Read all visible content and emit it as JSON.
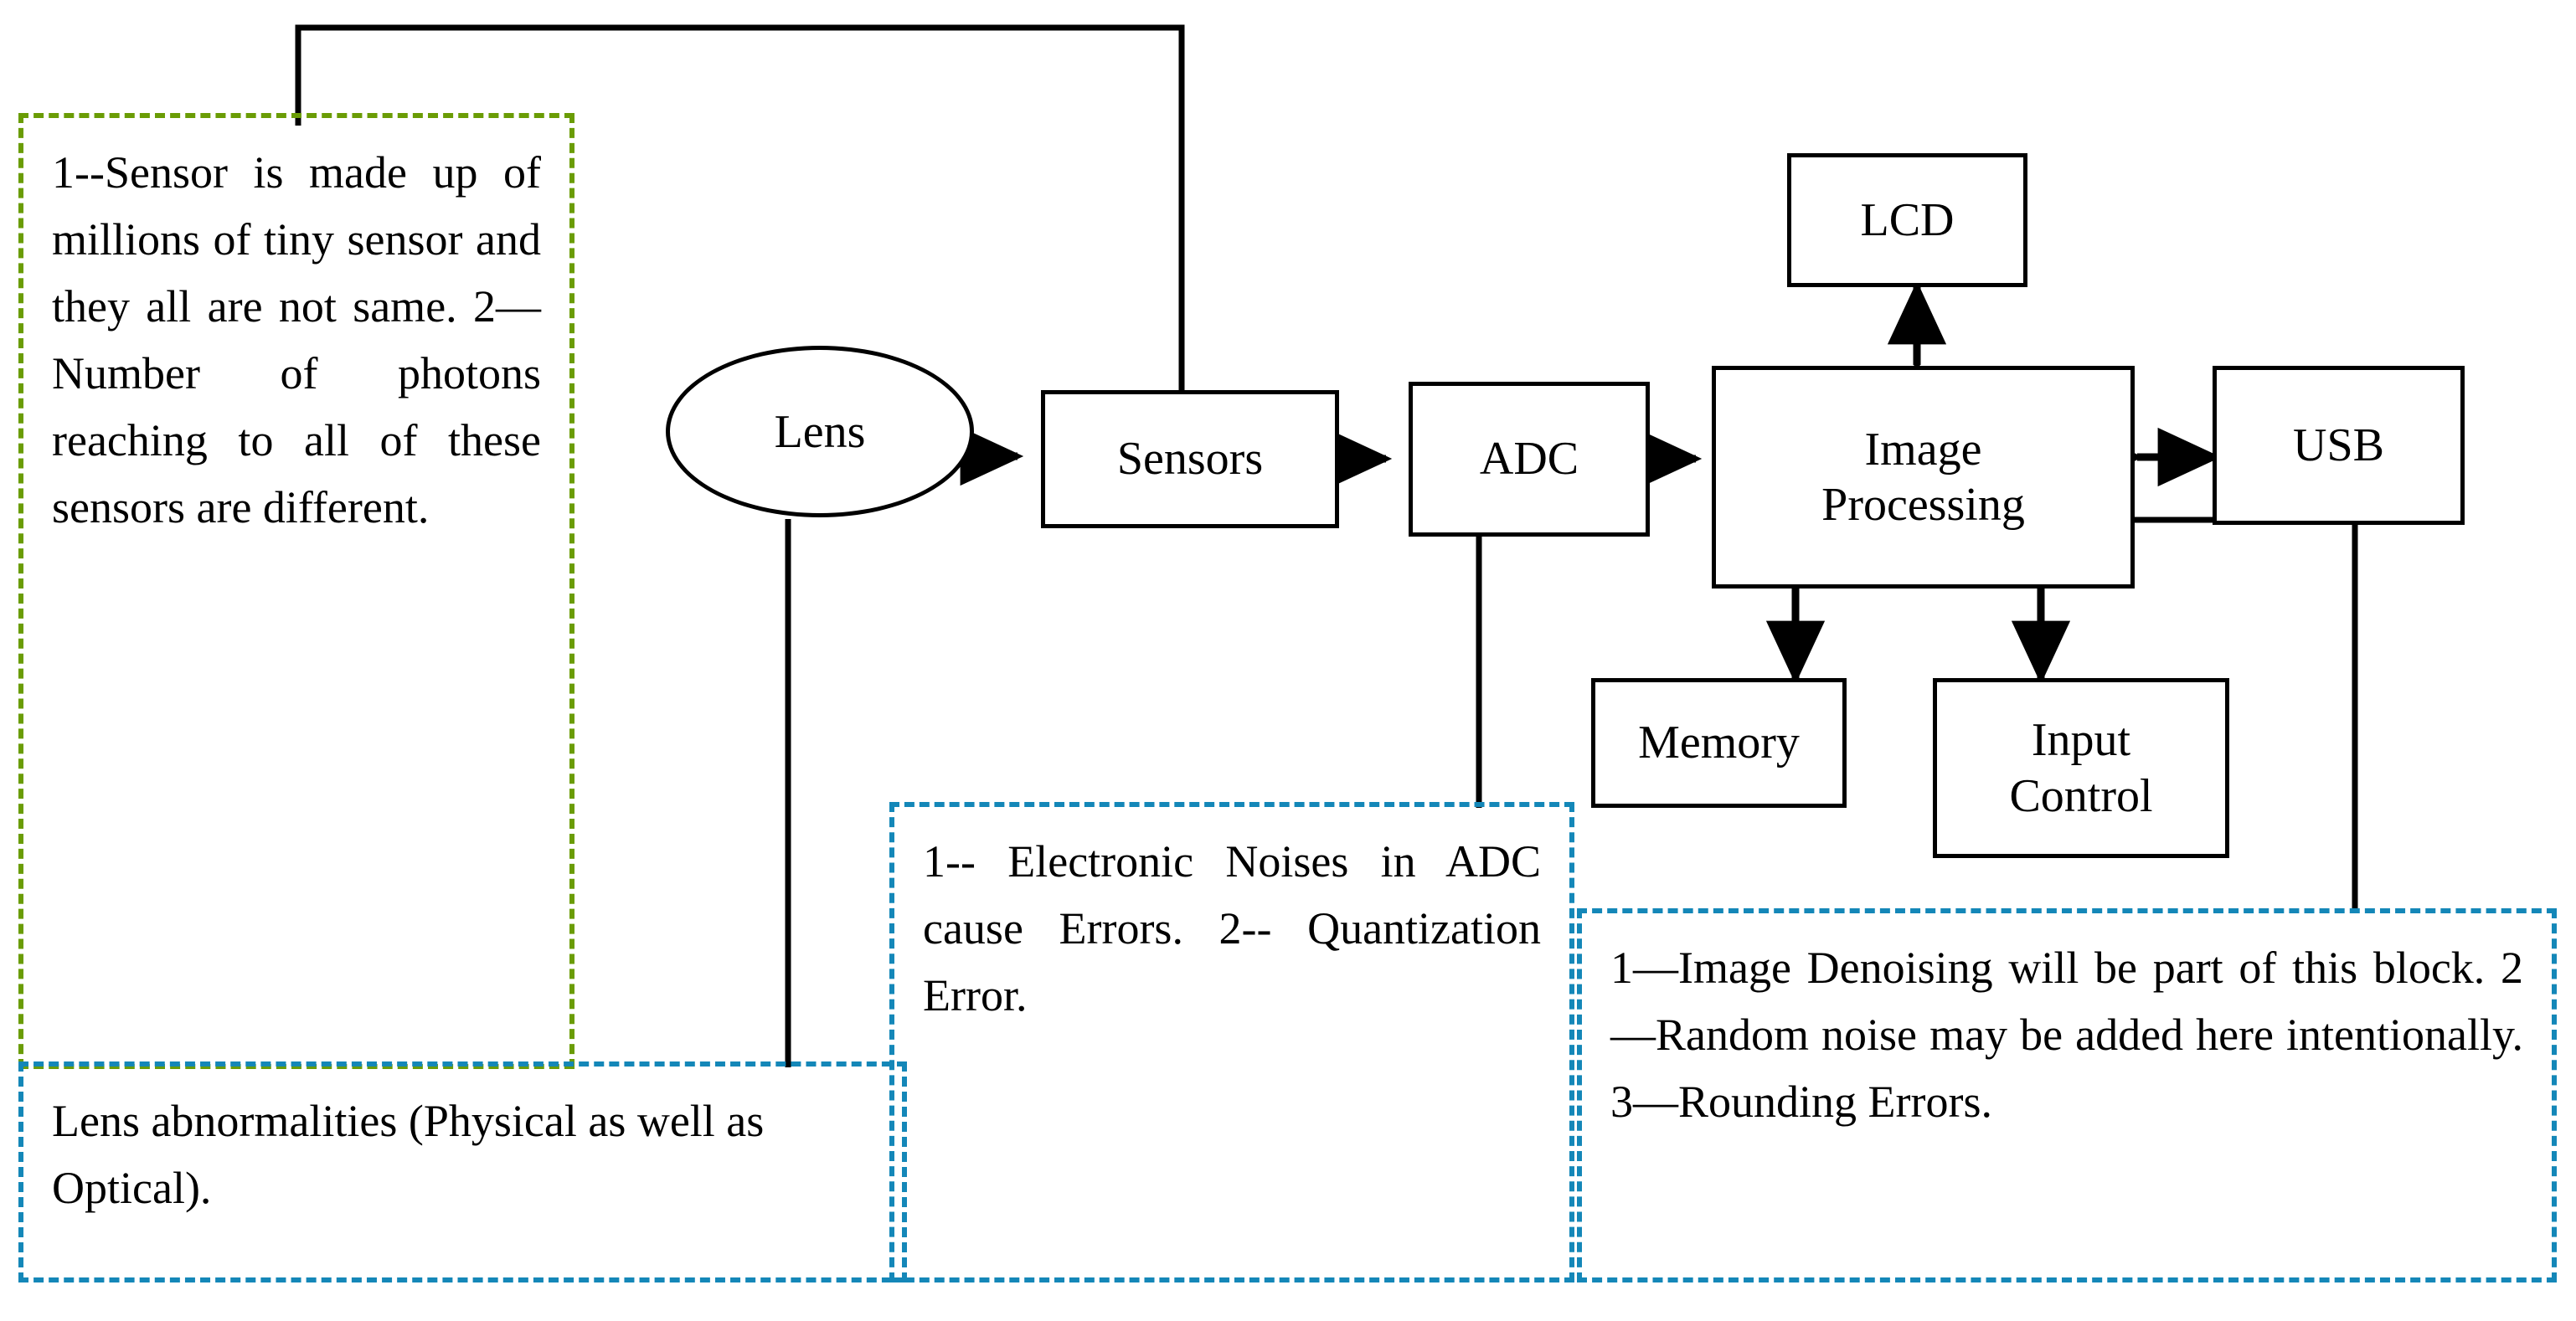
{
  "diagram": {
    "title": "Digital camera imaging pipeline block diagram",
    "colors": {
      "line": "#000000",
      "note_green": "#6a9c05",
      "note_blue": "#1487b8",
      "background": "#ffffff"
    },
    "blocks": [
      {
        "id": "lens",
        "label": "Lens",
        "shape": "ellipse"
      },
      {
        "id": "sensors",
        "label": "Sensors",
        "shape": "rect"
      },
      {
        "id": "adc",
        "label": "ADC",
        "shape": "rect"
      },
      {
        "id": "image_processing",
        "label": "Image\nProcessing",
        "shape": "rect"
      },
      {
        "id": "lcd",
        "label": "LCD",
        "shape": "rect"
      },
      {
        "id": "usb",
        "label": "USB",
        "shape": "rect"
      },
      {
        "id": "memory",
        "label": "Memory",
        "shape": "rect"
      },
      {
        "id": "input_control",
        "label": "Input\nControl",
        "shape": "rect"
      }
    ],
    "connections": [
      {
        "from": "lens",
        "to": "sensors",
        "arrow": "single"
      },
      {
        "from": "sensors",
        "to": "adc",
        "arrow": "single"
      },
      {
        "from": "adc",
        "to": "image_processing",
        "arrow": "single"
      },
      {
        "from": "image_processing",
        "to": "lcd",
        "arrow": "double"
      },
      {
        "from": "image_processing",
        "to": "usb",
        "arrow": "double"
      },
      {
        "from": "image_processing",
        "to": "memory",
        "arrow": "double"
      },
      {
        "from": "image_processing",
        "to": "input_control",
        "arrow": "double"
      },
      {
        "from": "sensor_note",
        "to": "sensors",
        "arrow": "none"
      },
      {
        "from": "lens",
        "to": "lens_note",
        "arrow": "none"
      },
      {
        "from": "adc",
        "to": "adc_note",
        "arrow": "none"
      },
      {
        "from": "image_processing",
        "to": "processing_note",
        "arrow": "none"
      }
    ],
    "notes": {
      "sensor_note": {
        "id": "sensor-note",
        "color": "green",
        "text": "1--Sensor is made up of millions of tiny sensor and they all are not same. 2—Number of photons reaching to all of these sensors are different."
      },
      "lens_note": {
        "id": "lens-note",
        "color": "blue",
        "text": "Lens abnormalities (Physical as well as Optical)."
      },
      "adc_note": {
        "id": "adc-note",
        "color": "blue",
        "text": "1-- Electronic Noises in ADC cause Errors. 2-- Quantization Error."
      },
      "processing_note": {
        "id": "processing-note",
        "color": "blue",
        "text": "1—Image Denoising will be part of this block. 2—Random noise may be added here intentionally. 3—Rounding Errors."
      }
    }
  }
}
